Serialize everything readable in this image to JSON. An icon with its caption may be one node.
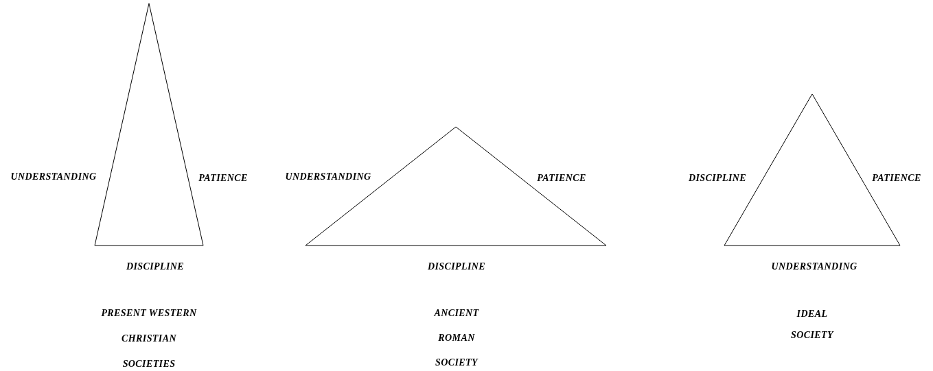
{
  "diagram": {
    "nodes": [
      {
        "text": [],
        "shape": "triangle",
        "beside": [
          "UNDERSTANDING",
          "PATIENCE",
          "DISCIPLINE"
        ]
      },
      {
        "text": [],
        "shape": "triangle",
        "beside": [
          "UNDERSTANDING",
          "PATIENCE",
          "DISCIPLINE"
        ]
      },
      {
        "text": [],
        "shape": "triangle",
        "beside": [
          "DISCIPLINE",
          "PATIENCE",
          "UNDERSTANDING"
        ]
      }
    ],
    "labels": [
      "PRESENT WESTERN CHRISTIAN SOCIETIES",
      "ANCIENT ROMAN SOCIETY",
      "IDEAL SOCIETY"
    ]
  }
}
